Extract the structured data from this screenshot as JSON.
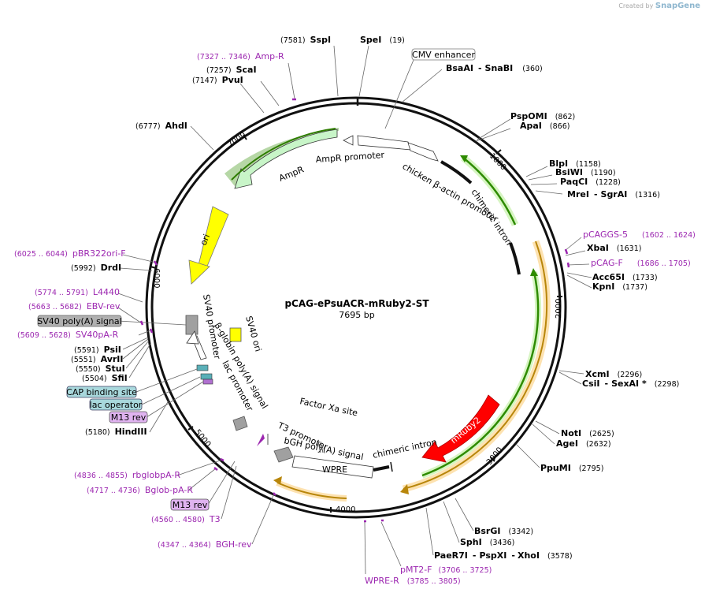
{
  "watermark": {
    "prefix": "Created by",
    "brand": "SnapGene"
  },
  "plasmid": {
    "name": "pCAG-ePsuACR-mRuby2-ST",
    "length_label": "7695 bp"
  },
  "colors": {
    "backbone": "#111111",
    "primer": "#9c27b0",
    "amp_arrow": "#c8f5c8",
    "ori": "#ffff00",
    "mruby": "#ff0000",
    "orange_feature": "#f5a623",
    "green_feature": "#2e8b00"
  },
  "ticks": [
    "1000",
    "2000",
    "3000",
    "4000",
    "5000",
    "6000",
    "7000"
  ],
  "feature_labels": {
    "ampr": "AmpR",
    "ampr_promoter": "AmpR promoter",
    "chicken_actin": "chicken β-actin promoter",
    "chimeric_intron": "chimeric intron",
    "chimeric_intron_2": "chimeric intron",
    "ori": "ori",
    "sv40_ori": "SV40 ori",
    "sv40_promoter": "SV40 promoter",
    "beta_globin": "β-globin poly(A) signal",
    "lac_promoter": "lac promoter",
    "factor_xa": "Factor Xa site",
    "t3_promoter": "T3 promoter",
    "bgh": "bGH poly(A) signal",
    "wpre": "WPRE",
    "mruby": "mRuby2"
  },
  "boxed_labels": {
    "cmv": "CMV enhancer",
    "sv40_polya": "SV40 poly(A) signal",
    "cap": "CAP binding site",
    "lac_op": "lac operator",
    "m13_rev_1": "M13 rev",
    "m13_rev_2": "M13 rev"
  },
  "sites": {
    "sspi": {
      "name": "SspI",
      "pos": "(7581)"
    },
    "spei": {
      "name": "SpeI",
      "pos": "(19)"
    },
    "scai": {
      "name": "ScaI",
      "pos": "(7257)"
    },
    "pvui": {
      "name": "PvuI",
      "pos": "(7147)"
    },
    "ahdi": {
      "name": "AhdI",
      "pos": "(6777)"
    },
    "bsaai": {
      "name": "BsaAI",
      "sep": "-",
      "name2": "SnaBI",
      "pos": "(360)"
    },
    "pspomi": {
      "name": "PspOMI",
      "pos": "(862)"
    },
    "apai": {
      "name": "ApaI",
      "pos": "(866)"
    },
    "blpi": {
      "name": "BlpI",
      "pos": "(1158)"
    },
    "bsiwi": {
      "name": "BsiWI",
      "pos": "(1190)"
    },
    "paqci": {
      "name": "PaqCI",
      "pos": "(1228)"
    },
    "mrei": {
      "name": "MreI",
      "sep": "-",
      "name2": "SgrAI",
      "pos": "(1316)"
    },
    "xbai": {
      "name": "XbaI",
      "pos": "(1631)"
    },
    "acc65i": {
      "name": "Acc65I",
      "pos": "(1733)"
    },
    "kpni": {
      "name": "KpnI",
      "pos": "(1737)"
    },
    "xcmi": {
      "name": "XcmI",
      "pos": "(2296)"
    },
    "csii": {
      "name": "CsiI",
      "sep": "-",
      "name2": "SexAI *",
      "pos": "(2298)"
    },
    "noti": {
      "name": "NotI",
      "pos": "(2625)"
    },
    "agei": {
      "name": "AgeI",
      "pos": "(2632)"
    },
    "ppumi": {
      "name": "PpuMI",
      "pos": "(2795)"
    },
    "bsrgi": {
      "name": "BsrGI",
      "pos": "(3342)"
    },
    "sphi": {
      "name": "SphI",
      "pos": "(3436)"
    },
    "paer7i": {
      "name": "PaeR7I",
      "sep": "-",
      "name2": "PspXI",
      "sep2": "-",
      "name3": "XhoI",
      "pos": "(3578)"
    },
    "drdi": {
      "name": "DrdI",
      "pos": "(5992)"
    },
    "psii": {
      "name": "PsiI",
      "pos": "(5591)"
    },
    "avrii": {
      "name": "AvrII",
      "pos": "(5551)"
    },
    "stui": {
      "name": "StuI",
      "pos": "(5550)"
    },
    "sfii": {
      "name": "SfiI",
      "pos": "(5504)"
    },
    "hindiii": {
      "name": "HindIII",
      "pos": "(5180)"
    }
  },
  "primers": {
    "ampr": {
      "range": "(7327 .. 7346)",
      "name": "Amp-R"
    },
    "pcaggs5": {
      "name": "pCAGGS-5",
      "range": "(1602 .. 1624)"
    },
    "pcagf": {
      "name": "pCAG-F",
      "range": "(1686 .. 1705)"
    },
    "pbr322": {
      "range": "(6025 .. 6044)",
      "name": "pBR322ori-F"
    },
    "l4440": {
      "range": "(5774 .. 5791)",
      "name": "L4440"
    },
    "ebvrev": {
      "range": "(5663 .. 5682)",
      "name": "EBV-rev"
    },
    "sv40par": {
      "range": "(5609 .. 5628)",
      "name": "SV40pA-R"
    },
    "rbglob": {
      "range": "(4836 .. 4855)",
      "name": "rbglobpA-R"
    },
    "bglob": {
      "range": "(4717 .. 4736)",
      "name": "Bglob-pA-R"
    },
    "t3": {
      "range": "(4560 .. 4580)",
      "name": "T3"
    },
    "bghrev": {
      "range": "(4347 .. 4364)",
      "name": "BGH-rev"
    },
    "pmt2f": {
      "name": "pMT2-F",
      "range": "(3706 .. 3725)"
    },
    "wprer": {
      "name": "WPRE-R",
      "range": "(3785 .. 3805)"
    }
  }
}
